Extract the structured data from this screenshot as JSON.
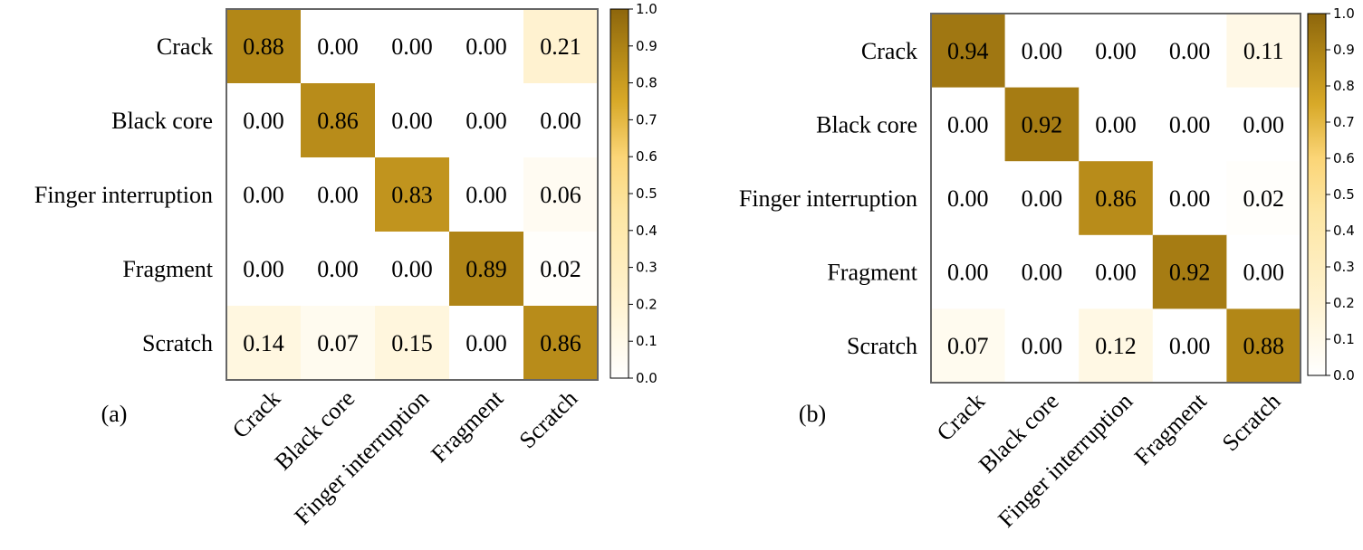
{
  "colors": {
    "low": "#ffffff",
    "mid": "#fbd577",
    "high": "#8d660c",
    "frame": "#666666"
  },
  "chart_data": [
    {
      "type": "heatmap",
      "panel_label": "(a)",
      "rows": [
        "Crack",
        "Black core",
        "Finger interruption",
        "Fragment",
        "Scratch"
      ],
      "columns": [
        "Crack",
        "Black core",
        "Finger interruption",
        "Fragment",
        "Scratch"
      ],
      "values": [
        [
          0.88,
          0.0,
          0.0,
          0.0,
          0.21
        ],
        [
          0.0,
          0.86,
          0.0,
          0.0,
          0.0
        ],
        [
          0.0,
          0.0,
          0.83,
          0.0,
          0.06
        ],
        [
          0.0,
          0.0,
          0.0,
          0.89,
          0.02
        ],
        [
          0.14,
          0.07,
          0.15,
          0.0,
          0.86
        ]
      ],
      "value_labels": [
        [
          "0.88",
          "0.00",
          "0.00",
          "0.00",
          "0.21"
        ],
        [
          "0.00",
          "0.86",
          "0.00",
          "0.00",
          "0.00"
        ],
        [
          "0.00",
          "0.00",
          "0.83",
          "0.00",
          "0.06"
        ],
        [
          "0.00",
          "0.00",
          "0.00",
          "0.89",
          "0.02"
        ],
        [
          "0.14",
          "0.07",
          "0.15",
          "0.00",
          "0.86"
        ]
      ],
      "colorbar": {
        "range": [
          0.0,
          1.0
        ],
        "ticks": [
          "0.0",
          "0.1",
          "0.2",
          "0.3",
          "0.4",
          "0.5",
          "0.6",
          "0.7",
          "0.8",
          "0.9",
          "1.0"
        ]
      }
    },
    {
      "type": "heatmap",
      "panel_label": "(b)",
      "rows": [
        "Crack",
        "Black core",
        "Finger interruption",
        "Fragment",
        "Scratch"
      ],
      "columns": [
        "Crack",
        "Black core",
        "Finger interruption",
        "Fragment",
        "Scratch"
      ],
      "values": [
        [
          0.94,
          0.0,
          0.0,
          0.0,
          0.11
        ],
        [
          0.0,
          0.92,
          0.0,
          0.0,
          0.0
        ],
        [
          0.0,
          0.0,
          0.86,
          0.0,
          0.02
        ],
        [
          0.0,
          0.0,
          0.0,
          0.92,
          0.0
        ],
        [
          0.07,
          0.0,
          0.12,
          0.0,
          0.88
        ]
      ],
      "value_labels": [
        [
          "0.94",
          "0.00",
          "0.00",
          "0.00",
          "0.11"
        ],
        [
          "0.00",
          "0.92",
          "0.00",
          "0.00",
          "0.00"
        ],
        [
          "0.00",
          "0.00",
          "0.86",
          "0.00",
          "0.02"
        ],
        [
          "0.00",
          "0.00",
          "0.00",
          "0.92",
          "0.00"
        ],
        [
          "0.07",
          "0.00",
          "0.12",
          "0.00",
          "0.88"
        ]
      ],
      "colorbar": {
        "range": [
          0.0,
          1.0
        ],
        "ticks": [
          "0.0",
          "0.1",
          "0.2",
          "0.3",
          "0.4",
          "0.5",
          "0.6",
          "0.7",
          "0.8",
          "0.9",
          "1.0"
        ]
      }
    }
  ]
}
